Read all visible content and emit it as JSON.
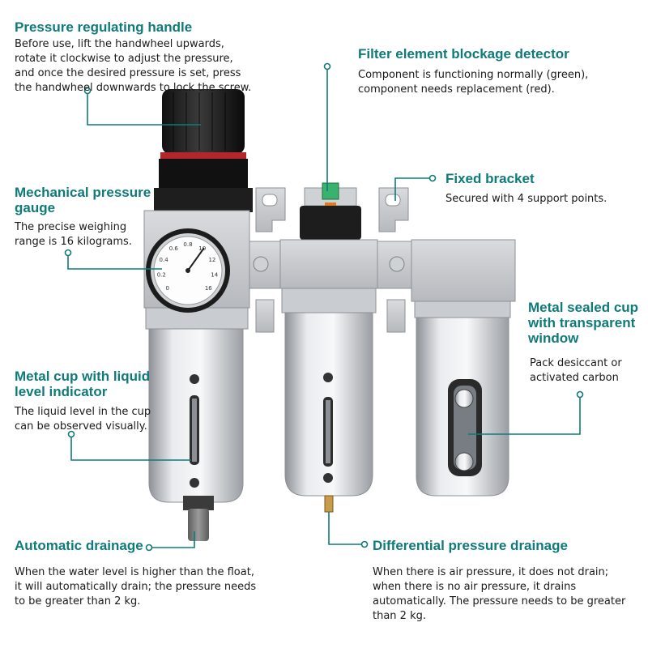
{
  "accent_color": "#0f7a7a",
  "callouts": {
    "pressure_handle": {
      "title": "Pressure regulating handle",
      "lines": [
        "Before use, lift the handwheel upwards,",
        "rotate it clockwise to adjust the pressure,",
        "and once the desired pressure is set, press",
        "the handwheel downwards to lock the screw."
      ]
    },
    "blockage_detector": {
      "title": "Filter element blockage detector",
      "lines": [
        "Component is functioning normally (green),",
        "component needs replacement (red)."
      ]
    },
    "fixed_bracket": {
      "title": "Fixed bracket",
      "lines": [
        "Secured with 4 support points."
      ]
    },
    "pressure_gauge": {
      "title_lines": [
        "Mechanical pressure",
        "gauge"
      ],
      "lines": [
        "The precise weighing",
        "range is 16 kilograms."
      ]
    },
    "sealed_cup": {
      "title_lines": [
        "Metal sealed cup",
        "with transparent",
        "window"
      ],
      "lines": [
        "Pack desiccant or",
        "activated carbon"
      ]
    },
    "liquid_cup": {
      "title_lines": [
        "Metal cup with liquid",
        "level indicator"
      ],
      "lines": [
        "The liquid level in the cup",
        "can be observed visually."
      ]
    },
    "auto_drain": {
      "title": "Automatic drainage",
      "lines": [
        "When the water level is higher than the float,",
        "it will automatically drain; the pressure needs",
        "to be greater than 2 kg."
      ]
    },
    "diff_drain": {
      "title": "Differential pressure drainage",
      "lines": [
        "When there is air pressure, it does not drain;",
        "when there is no air pressure, it drains",
        "automatically. The pressure needs to be greater",
        "than 2 kg."
      ]
    }
  },
  "gauge": {
    "ticks": [
      "0",
      "0.2",
      "0.4",
      "0.6",
      "0.8",
      "10",
      "12",
      "14",
      "16"
    ]
  }
}
